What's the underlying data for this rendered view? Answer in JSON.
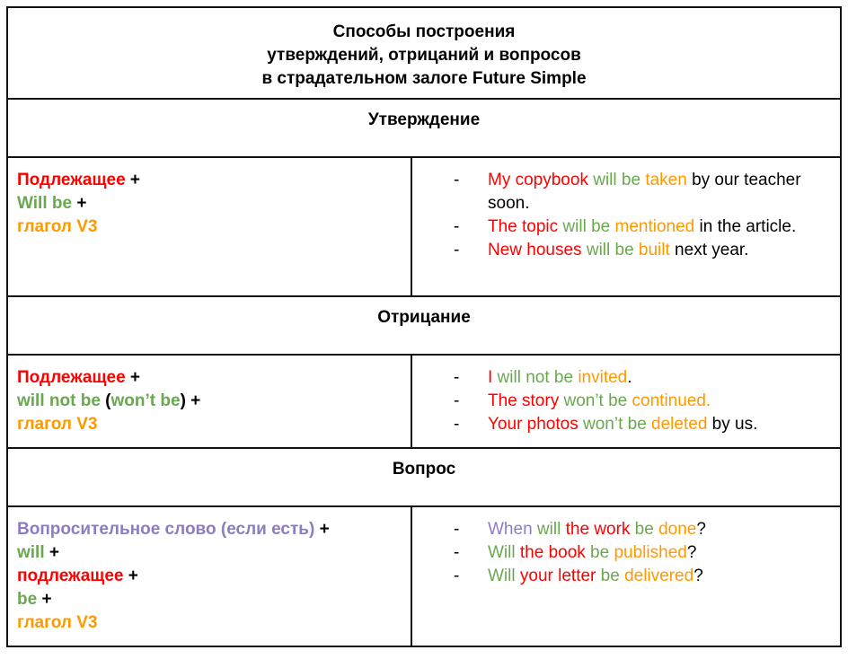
{
  "colors": {
    "red": "#ff0000",
    "green": "#6aa84f",
    "orange": "#ff9900",
    "purple": "#8e7cc3",
    "black": "#000000"
  },
  "title": [
    "Способы построения",
    "утверждений, отрицаний и вопросов",
    "в страдательном залоге Future Simple"
  ],
  "sections": [
    {
      "heading": "Утверждение",
      "formula": [
        [
          {
            "t": "Подлежащее",
            "c": "red"
          },
          {
            "t": " +",
            "c": "black"
          }
        ],
        [
          {
            "t": "Will be",
            "c": "green"
          },
          {
            "t": " +",
            "c": "black"
          }
        ],
        [
          {
            "t": "глагол V3",
            "c": "orange"
          }
        ]
      ],
      "examples": [
        [
          {
            "t": "My copybook",
            "c": "red"
          },
          {
            "t": " will be ",
            "c": "green"
          },
          {
            "t": "taken",
            "c": "orange"
          },
          {
            "t": " by our teacher soon.",
            "c": "black"
          }
        ],
        [
          {
            "t": "The topic",
            "c": "red"
          },
          {
            "t": " will be ",
            "c": "green"
          },
          {
            "t": "mentioned",
            "c": "orange"
          },
          {
            "t": " in the article.",
            "c": "black"
          }
        ],
        [
          {
            "t": "New houses",
            "c": "red"
          },
          {
            "t": " will be ",
            "c": "green"
          },
          {
            "t": "built",
            "c": "orange"
          },
          {
            "t": " next year.",
            "c": "black"
          }
        ]
      ]
    },
    {
      "heading": "Отрицание",
      "formula": [
        [
          {
            "t": "Подлежащее",
            "c": "red"
          },
          {
            "t": " +",
            "c": "black"
          }
        ],
        [
          {
            "t": "will not be",
            "c": "green"
          },
          {
            "t": " (",
            "c": "black"
          },
          {
            "t": "won’t be",
            "c": "green"
          },
          {
            "t": ") +",
            "c": "black"
          }
        ],
        [
          {
            "t": "глагол V3",
            "c": "orange"
          }
        ]
      ],
      "examples": [
        [
          {
            "t": "I",
            "c": "red"
          },
          {
            "t": " will not be ",
            "c": "green"
          },
          {
            "t": "invited",
            "c": "orange"
          },
          {
            "t": ".",
            "c": "black"
          }
        ],
        [
          {
            "t": "The story",
            "c": "red"
          },
          {
            "t": " won’t be ",
            "c": "green"
          },
          {
            "t": "continued.",
            "c": "orange"
          }
        ],
        [
          {
            "t": "Your photos",
            "c": "red"
          },
          {
            "t": " won’t be ",
            "c": "green"
          },
          {
            "t": "deleted",
            "c": "orange"
          },
          {
            "t": " by us.",
            "c": "black"
          }
        ]
      ]
    },
    {
      "heading": "Вопрос",
      "formula": [
        [
          {
            "t": "Вопросительное слово (если есть)",
            "c": "purple"
          },
          {
            "t": " +",
            "c": "black"
          }
        ],
        [
          {
            "t": "will",
            "c": "green"
          },
          {
            "t": " +",
            "c": "black"
          }
        ],
        [
          {
            "t": "подлежащее",
            "c": "red"
          },
          {
            "t": " +",
            "c": "black"
          }
        ],
        [
          {
            "t": "be",
            "c": "green"
          },
          {
            "t": " +",
            "c": "black"
          }
        ],
        [
          {
            "t": "глагол V3",
            "c": "orange"
          }
        ]
      ],
      "examples": [
        [
          {
            "t": "When",
            "c": "purple"
          },
          {
            "t": " will ",
            "c": "green"
          },
          {
            "t": "the work",
            "c": "red"
          },
          {
            "t": " be ",
            "c": "green"
          },
          {
            "t": "done",
            "c": "orange"
          },
          {
            "t": "?",
            "c": "black"
          }
        ],
        [
          {
            "t": "Will",
            "c": "green"
          },
          {
            "t": " the book",
            "c": "red"
          },
          {
            "t": " be ",
            "c": "green"
          },
          {
            "t": "published",
            "c": "orange"
          },
          {
            "t": "?",
            "c": "black"
          }
        ],
        [
          {
            "t": "Will",
            "c": "green"
          },
          {
            "t": " your letter",
            "c": "red"
          },
          {
            "t": " be ",
            "c": "green"
          },
          {
            "t": "delivered",
            "c": "orange"
          },
          {
            "t": "?",
            "c": "black"
          }
        ]
      ]
    }
  ],
  "bullet": "-"
}
